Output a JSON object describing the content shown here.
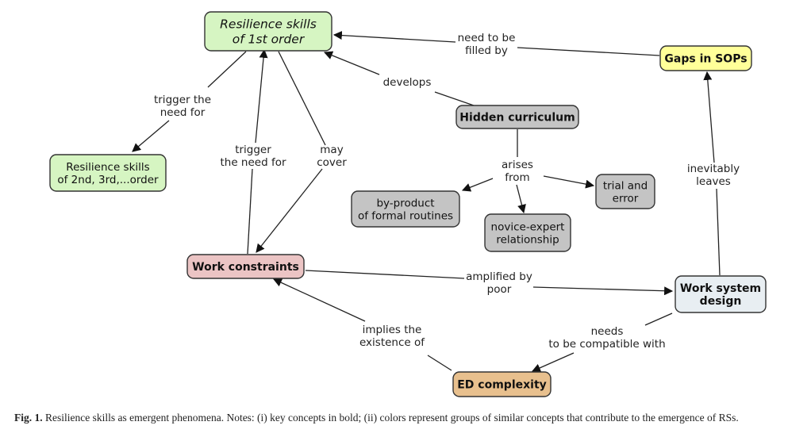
{
  "figure": {
    "caption_label": "Fig. 1.",
    "caption_text": "Resilience skills as emergent phenomena. Notes: (i) key concepts in bold; (ii) colors represent groups of similar concepts that contribute to the emergence of RSs."
  },
  "colors": {
    "green": "#d6f5c2",
    "yellow": "#ffff99",
    "gray": "#c4c4c4",
    "pink": "#ebc4c4",
    "light_blue": "#e8eef2",
    "orange": "#e8c08e"
  },
  "nodes": [
    {
      "id": "rs1",
      "lines": [
        "Resilience skills",
        "of 1st order"
      ],
      "style": "italic",
      "color": "green"
    },
    {
      "id": "rs2",
      "lines": [
        "Resilience skills",
        "of 2nd, 3rd,...order"
      ],
      "style": "normal",
      "color": "green"
    },
    {
      "id": "gaps",
      "lines": [
        "Gaps in SOPs"
      ],
      "style": "bold",
      "color": "yellow"
    },
    {
      "id": "hidden",
      "lines": [
        "Hidden curriculum"
      ],
      "style": "bold",
      "color": "gray"
    },
    {
      "id": "byproduct",
      "lines": [
        "by-product",
        "of formal routines"
      ],
      "style": "normal",
      "color": "gray"
    },
    {
      "id": "novice",
      "lines": [
        "novice-expert",
        "relationship"
      ],
      "style": "normal",
      "color": "gray"
    },
    {
      "id": "trial",
      "lines": [
        "trial and",
        "error"
      ],
      "style": "normal",
      "color": "gray"
    },
    {
      "id": "work_constraints",
      "lines": [
        "Work constraints"
      ],
      "style": "bold",
      "color": "pink"
    },
    {
      "id": "wsd",
      "lines": [
        "Work system",
        "design"
      ],
      "style": "bold",
      "color": "light_blue"
    },
    {
      "id": "ed",
      "lines": [
        "ED complexity"
      ],
      "style": "bold",
      "color": "orange"
    }
  ],
  "links": [
    {
      "id": "need_filled",
      "lines": [
        "need to be",
        "filled by"
      ],
      "from": "gaps",
      "to": [
        "rs1"
      ]
    },
    {
      "id": "develops",
      "lines": [
        "develops"
      ],
      "from": "hidden",
      "to": [
        "rs1"
      ]
    },
    {
      "id": "trigger_rs2",
      "lines": [
        "trigger the",
        "need for"
      ],
      "from": "rs1",
      "to": [
        "rs2"
      ]
    },
    {
      "id": "trigger_wc",
      "lines": [
        "trigger",
        "the need for"
      ],
      "from": "work_constraints",
      "to": [
        "rs1"
      ]
    },
    {
      "id": "may_cover",
      "lines": [
        "may",
        "cover"
      ],
      "from": "rs1",
      "to": [
        "work_constraints"
      ]
    },
    {
      "id": "arises_from",
      "lines": [
        "arises",
        "from"
      ],
      "from": "hidden",
      "to": [
        "byproduct",
        "novice",
        "trial"
      ]
    },
    {
      "id": "inevitably_leaves",
      "lines": [
        "inevitably",
        "leaves"
      ],
      "from": "wsd",
      "to": [
        "gaps"
      ]
    },
    {
      "id": "amplified_by",
      "lines": [
        "amplified by",
        "poor"
      ],
      "from": "work_constraints",
      "to": [
        "wsd"
      ]
    },
    {
      "id": "implies",
      "lines": [
        "implies the",
        "existence of"
      ],
      "from": "ed",
      "to": [
        "work_constraints"
      ]
    },
    {
      "id": "compatible",
      "lines": [
        "needs",
        "to be compatible with"
      ],
      "from": "wsd",
      "to": [
        "ed"
      ]
    }
  ]
}
